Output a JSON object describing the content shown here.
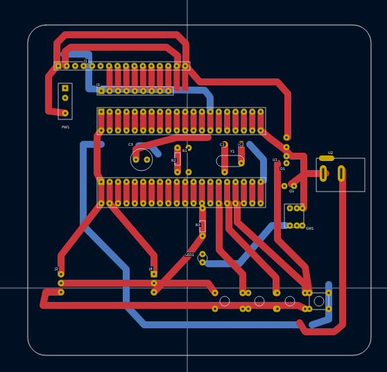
{
  "diagram": {
    "labels": [
      "J1",
      "J3",
      "PW1",
      "C3",
      "R1",
      "R2",
      "C1",
      "Y1",
      "C2",
      "U1",
      "D1",
      "U2",
      "Q1",
      "SW1",
      "R3",
      "LED1",
      "J2",
      "J4"
    ]
  }
}
